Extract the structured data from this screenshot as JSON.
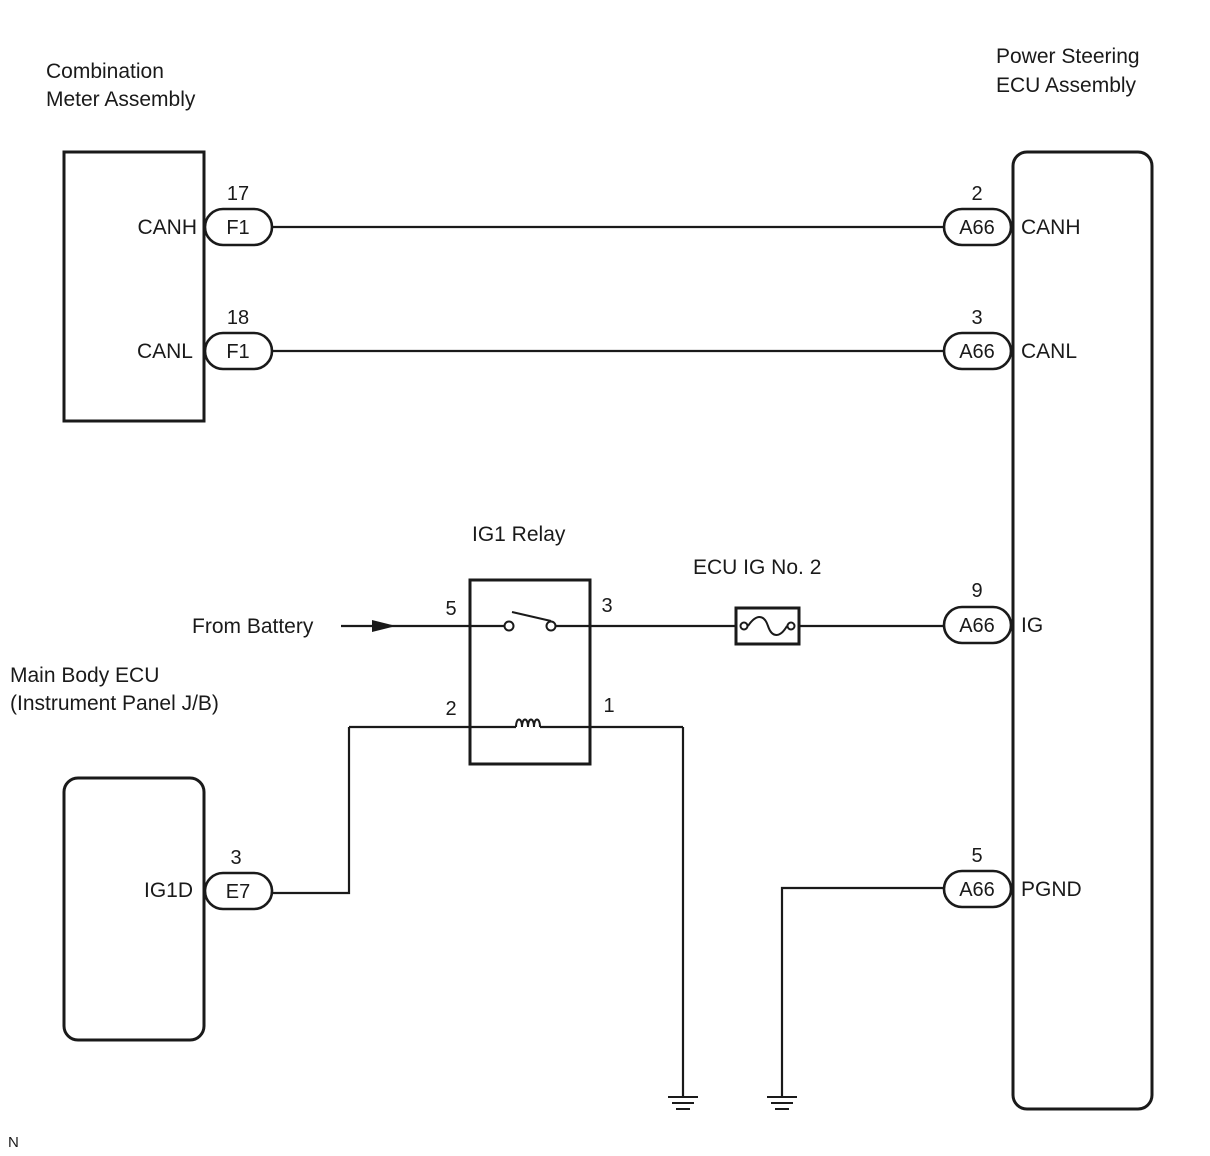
{
  "components": {
    "combination_meter": {
      "line1": "Combination",
      "line2": "Meter Assembly"
    },
    "power_steering_ecu": {
      "line1": "Power Steering",
      "line2": "ECU Assembly"
    },
    "main_body_ecu": {
      "line1": "Main Body ECU",
      "line2": "(Instrument Panel J/B)"
    },
    "ig1_relay": {
      "label": "IG1 Relay"
    },
    "fuse": {
      "label": "ECU IG No. 2"
    }
  },
  "from_battery": "From Battery",
  "connectors": {
    "meter_canh": {
      "code": "F1",
      "pin": "17",
      "signal": "CANH"
    },
    "meter_canl": {
      "code": "F1",
      "pin": "18",
      "signal": "CANL"
    },
    "ecu_canh": {
      "code": "A66",
      "pin": "2",
      "signal": "CANH"
    },
    "ecu_canl": {
      "code": "A66",
      "pin": "3",
      "signal": "CANL"
    },
    "ecu_ig": {
      "code": "A66",
      "pin": "9",
      "signal": "IG"
    },
    "ecu_pgnd": {
      "code": "A66",
      "pin": "5",
      "signal": "PGND"
    },
    "body_ig1d": {
      "code": "E7",
      "pin": "3",
      "signal": "IG1D"
    }
  },
  "relay_pins": {
    "p5": "5",
    "p3": "3",
    "p2": "2",
    "p1": "1"
  },
  "footer_code": "N"
}
